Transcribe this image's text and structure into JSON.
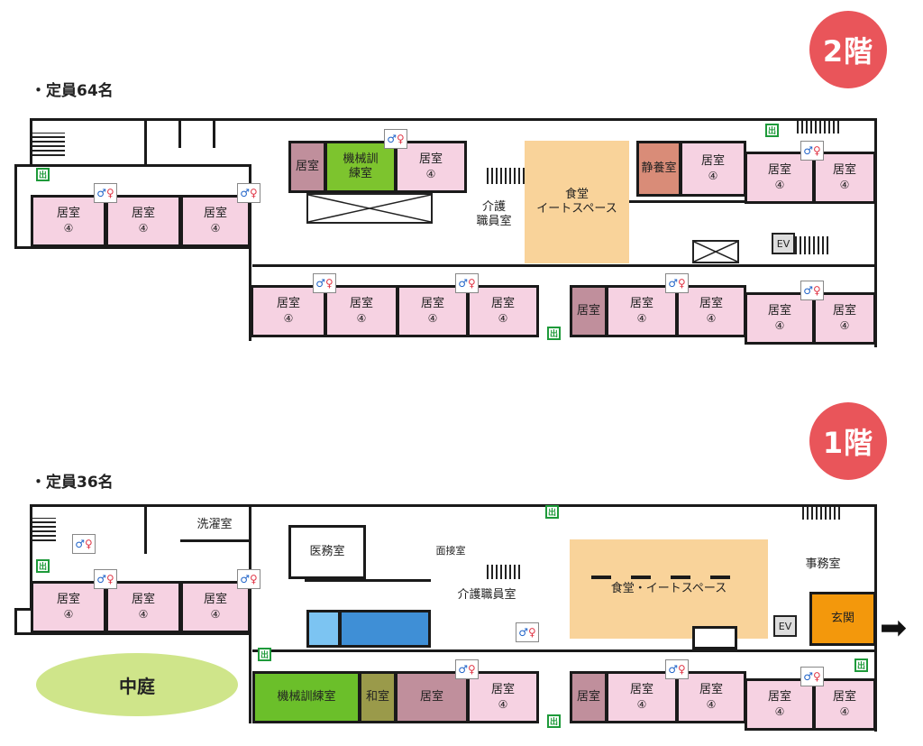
{
  "floor2": {
    "badge": "2階",
    "capacity": "・定員64名",
    "labels": {
      "kikai": "機械訓練室",
      "kaigo_line1": "介護",
      "kaigo_line2": "職員室",
      "shokudo_line1": "食堂",
      "shokudo_line2": "イートスペース",
      "seiyo": "静養室"
    }
  },
  "floor1": {
    "badge": "1階",
    "capacity": "・定員36名",
    "labels": {
      "sentaku": "洗濯室",
      "imu": "医務室",
      "mensetsu": "面接室",
      "kaigo": "介護職員室",
      "shokudo": "食堂・イートスペース",
      "jimu": "事務室",
      "genkan": "玄関",
      "nakaniwa": "中庭",
      "kikai": "機械訓練室",
      "washitsu": "和室"
    }
  },
  "common": {
    "room": "居室",
    "capacity_mark": "④",
    "exit_mark": "出",
    "elevator_mark": "EV",
    "toilet_male": "♂",
    "toilet_female": "♀",
    "entrance_arrow": "➡"
  },
  "colors": {
    "badge": "#e9555a",
    "resident_room": "#f6d2e2",
    "room_alt": "#c08f9c",
    "training": "#7dc42e",
    "dining": "#f9d39a",
    "entrance": "#f3980c",
    "courtyard": "#cfe58a"
  }
}
